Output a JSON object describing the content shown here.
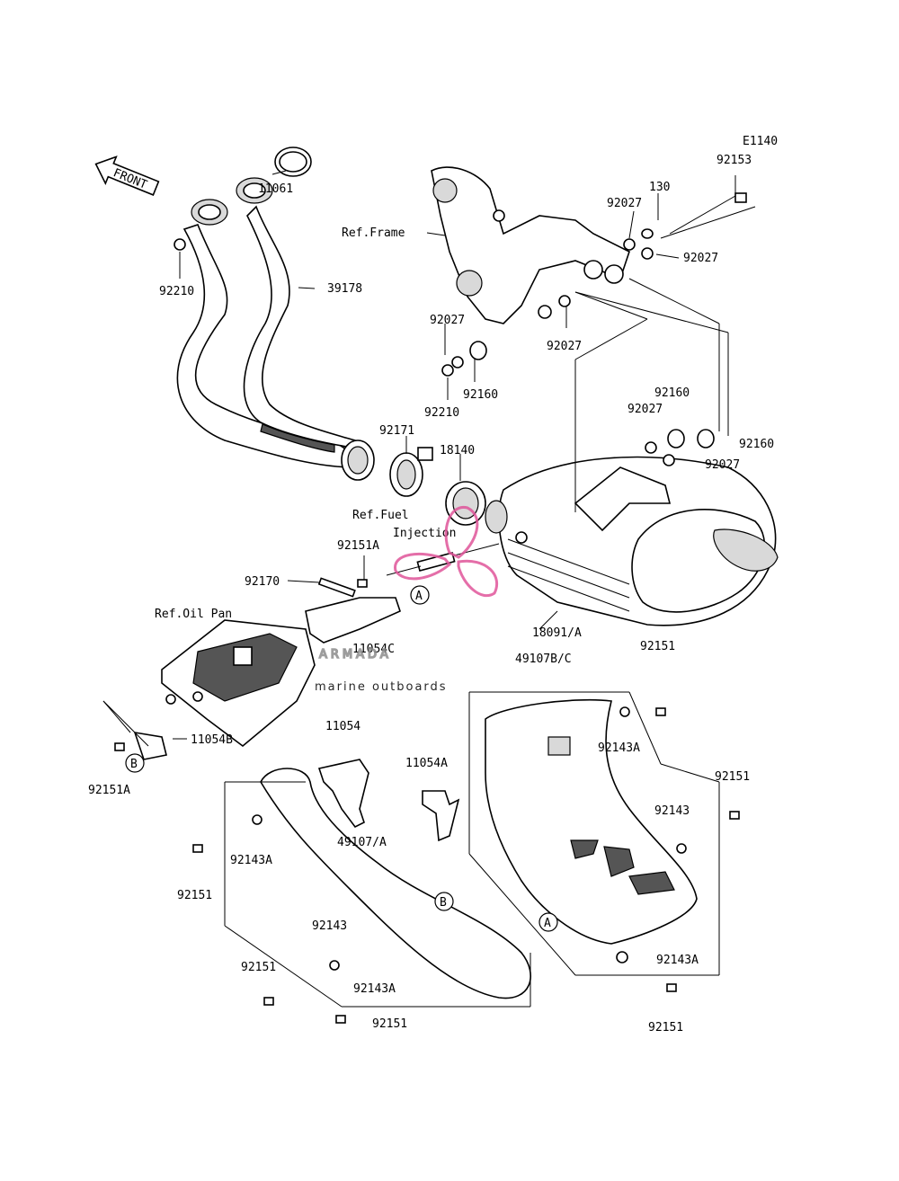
{
  "diagram": {
    "code": "E1140",
    "front_label": "FRONT",
    "refs": {
      "frame": "Ref.Frame",
      "fuel_1": "Ref.Fuel",
      "fuel_2": "Injection",
      "oil_pan": "Ref.Oil Pan"
    },
    "parts": {
      "p92153": "92153",
      "p130": "130",
      "p92027_a": "92027",
      "p92027_b": "92027",
      "p92027_c": "92027",
      "p92027_d": "92027",
      "p92027_e": "92027",
      "p92027_f": "92027",
      "p11061": "11061",
      "p39178": "39178",
      "p92210_a": "92210",
      "p92210_b": "92210",
      "p92160_a": "92160",
      "p92160_b": "92160",
      "p92160_c": "92160",
      "p92171": "92171",
      "p18140": "18140",
      "p92151A_a": "92151A",
      "p92151A_b": "92151A",
      "p92170": "92170",
      "p11054C": "11054C",
      "p18091A": "18091/A",
      "p49107BC": "49107B/C",
      "p92151_a": "92151",
      "p92151_b": "92151",
      "p92151_c": "92151",
      "p92151_d": "92151",
      "p92151_e": "92151",
      "p92151_f": "92151",
      "p11054B": "11054B",
      "p11054": "11054",
      "p11054A": "11054A",
      "p92143A_a": "92143A",
      "p92143A_b": "92143A",
      "p92143A_c": "92143A",
      "p92143A_d": "92143A",
      "p92143_a": "92143",
      "p92143_b": "92143",
      "p49107A": "49107/A"
    },
    "callouts": {
      "a": "A",
      "b": "B"
    }
  },
  "watermark": {
    "brand": "ARMADA",
    "tagline": "marine outboards",
    "color": "#e0559a"
  }
}
